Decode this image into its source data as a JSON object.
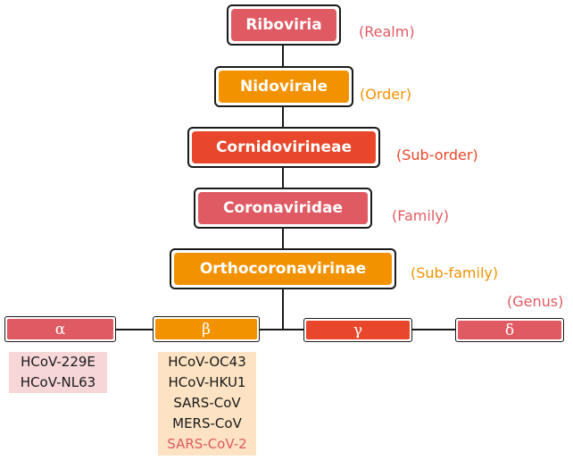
{
  "hierarchy": [
    {
      "name": "Riboviria",
      "rank": "(Realm)",
      "color": "#e05a63"
    },
    {
      "name": "Nidovirale",
      "rank": "(Order)",
      "color": "#f39200"
    },
    {
      "name": "Cornidovirineae",
      "rank": "(Sub-order)",
      "color": "#e8472b"
    },
    {
      "name": "Coronaviridae",
      "rank": "(Family)",
      "color": "#e05a63"
    },
    {
      "name": "Orthocoronavirinae",
      "rank": "(Sub-family)",
      "color": "#f39200"
    }
  ],
  "genus_rank": "(Genus)",
  "genera": [
    {
      "symbol": "α",
      "color": "#e05a63",
      "species": [
        "HCoV-229E",
        "HCoV-NL63"
      ]
    },
    {
      "symbol": "β",
      "color": "#f39200",
      "species": [
        "HCoV-OC43",
        "HCoV-HKU1",
        "SARS-CoV",
        "MERS-CoV",
        "SARS-CoV-2"
      ],
      "highlighted_species": "SARS-CoV-2"
    },
    {
      "symbol": "γ",
      "color": "#e8472b",
      "species": []
    },
    {
      "symbol": "δ",
      "color": "#e05a63",
      "species": []
    }
  ]
}
